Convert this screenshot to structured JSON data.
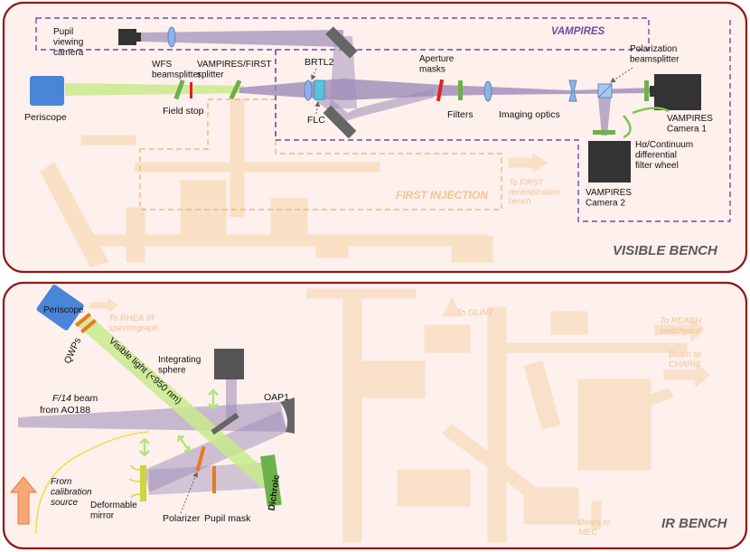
{
  "colors": {
    "frame": "#8b1a1a",
    "panel_fill": "#fdf0ed",
    "ghost": "#f7d4a6",
    "ghost_text": "#f2c394",
    "vampires_box": "#6b4fa0",
    "first_box": "#f5b878",
    "beam_purple": "#9d8bb7",
    "visible_beam": "#c8ea8c",
    "mirror": "#5a5a5a",
    "lens": "#8db3e6",
    "filter_green": "#6bb24a",
    "mask_red": "#e02020",
    "polarizer_orange": "#e87a1e",
    "periscope_blue": "#4a86d8"
  },
  "visible_bench": {
    "title": "VISIBLE BENCH",
    "vampires_label": "VAMPIRES",
    "first_label": "FIRST INJECTION",
    "to_first_label": "To FIRST recombination bench",
    "periscope": "Periscope",
    "wfs_beamsplitter": "WFS beamsplitter",
    "vampires_first_splitter": "VAMPIRES/FIRST splitter",
    "field_stop": "Field stop",
    "pupil_viewing_camera": "Pupil viewing camera",
    "brtl2": "BRTL2",
    "flc": "FLC",
    "aperture_masks": "Aperture masks",
    "filters": "Filters",
    "imaging_optics": "Imaging optics",
    "polarization_beamsplitter": "Polarization beamsplitter",
    "camera1": "VAMPIRES Camera 1",
    "camera2": "VAMPIRES Camera 2",
    "filter_wheel": "Hα/Continuum differential filter wheel"
  },
  "ir_bench": {
    "title": "IR BENCH",
    "periscope": "Periscope",
    "qwps": "QWPs",
    "visible_light": "Visible light (<950 nm)",
    "integrating_sphere": "Integrating sphere",
    "oap1": "OAP1",
    "f14_beam_a": "F/14",
    "f14_beam_b": " beam",
    "f14_beam_c": "from AO188",
    "from_calibration": "From calibration source",
    "deformable_mirror": "Deformable mirror",
    "polarizer": "Polarizer",
    "pupil_mask": "Pupil mask",
    "dichroic": "Dichroic",
    "to_rhea": "To RHEA IR spectrograph",
    "to_glint": "To GLINT",
    "to_reach": "To REACH switchyard",
    "beam_to_charis": "Beam to CHARIS",
    "beam_to_mec": "Beam to MEC"
  }
}
